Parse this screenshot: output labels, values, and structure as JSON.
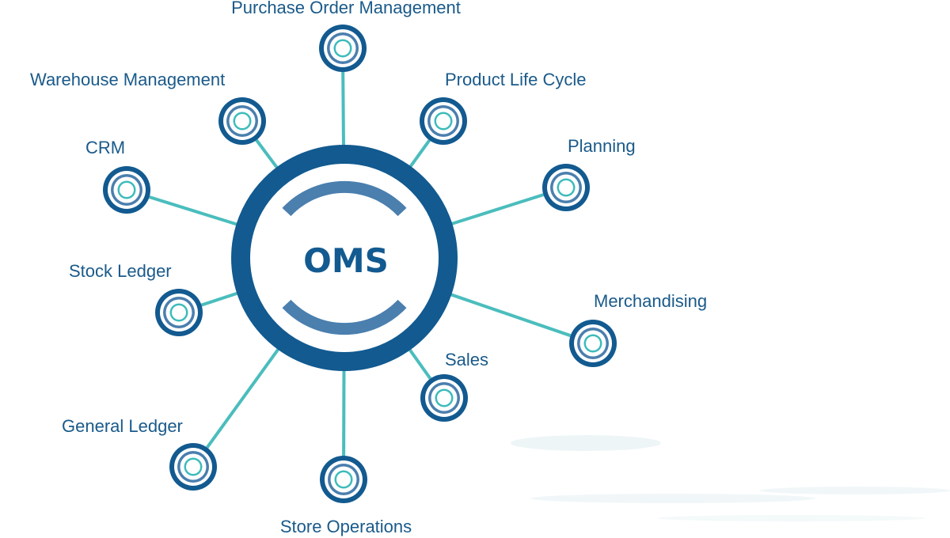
{
  "hub": {
    "label": "OMS"
  },
  "nodes": [
    {
      "id": "purchase-order-management",
      "label": "Purchase Order Management"
    },
    {
      "id": "product-life-cycle",
      "label": "Product Life Cycle"
    },
    {
      "id": "planning",
      "label": "Planning"
    },
    {
      "id": "merchandising",
      "label": "Merchandising"
    },
    {
      "id": "sales",
      "label": "Sales"
    },
    {
      "id": "store-operations",
      "label": "Store Operations"
    },
    {
      "id": "general-ledger",
      "label": "General Ledger"
    },
    {
      "id": "stock-ledger",
      "label": "Stock Ledger"
    },
    {
      "id": "crm",
      "label": "CRM"
    },
    {
      "id": "warehouse-management",
      "label": "Warehouse Management"
    }
  ],
  "colors": {
    "hub_ring": "#125a90",
    "hub_arcs": "#4a7fae",
    "connector": "#4bbdbd",
    "node_outer": "#125a90",
    "node_middle": "#4a7fae",
    "node_inner": "#3dbbbb",
    "label_text": "#1a5a8a"
  }
}
